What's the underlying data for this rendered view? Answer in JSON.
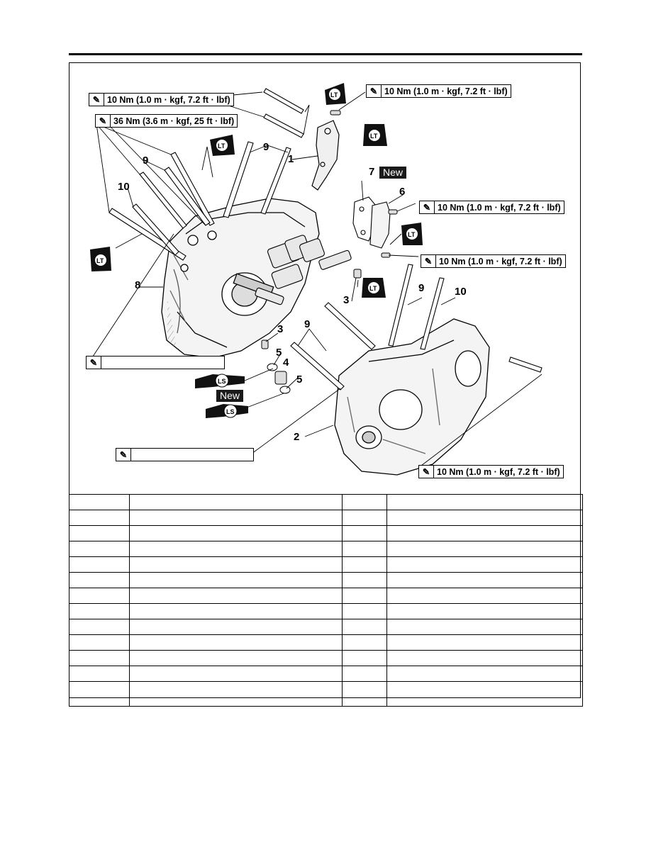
{
  "torque_specs": {
    "t1": "10 Nm (1.0 m · kgf, 7.2 ft · lbf)",
    "t2": "10 Nm (1.0 m · kgf, 7.2 ft · lbf)",
    "t3": "36 Nm (3.6 m · kgf, 25 ft · lbf)",
    "t4": "10 Nm (1.0 m · kgf, 7.2 ft · lbf)",
    "t5": "10 Nm (1.0 m · kgf, 7.2 ft · lbf)",
    "t6": "10 Nm (1.0 m · kgf, 7.2 ft · lbf)",
    "t_blank_1": "",
    "t_blank_2": ""
  },
  "callouts": {
    "c1": "1",
    "c2": "2",
    "c3a": "3",
    "c3b": "3",
    "c4": "4",
    "c5a": "5",
    "c5b": "5",
    "c6": "6",
    "c7": "7",
    "c8": "8",
    "c9a": "9",
    "c9b": "9",
    "c9c": "9",
    "c9d": "9",
    "c10a": "10",
    "c10b": "10"
  },
  "badges": {
    "new_label": "New"
  },
  "symbols": {
    "locktite": "LT",
    "lithium_grease": "LS"
  },
  "icons": {
    "torque": "torque-wrench-icon",
    "lt": "locktite-icon",
    "ls": "lithium-grease-icon"
  },
  "parts_table": {
    "rows": [
      [
        "",
        "",
        "",
        ""
      ],
      [
        "",
        "",
        "",
        ""
      ],
      [
        "",
        "",
        "",
        ""
      ],
      [
        "",
        "",
        "",
        ""
      ],
      [
        "",
        "",
        "",
        ""
      ],
      [
        "",
        "",
        "",
        ""
      ],
      [
        "",
        "",
        "",
        ""
      ],
      [
        "",
        "",
        "",
        ""
      ],
      [
        "",
        "",
        "",
        ""
      ],
      [
        "",
        "",
        "",
        ""
      ],
      [
        "",
        "",
        "",
        ""
      ],
      [
        "",
        "",
        "",
        ""
      ],
      [
        "",
        "",
        "",
        ""
      ]
    ]
  }
}
